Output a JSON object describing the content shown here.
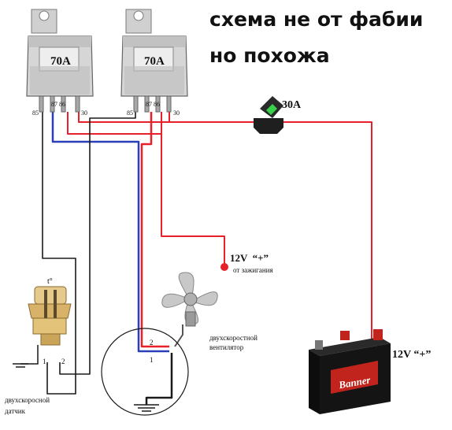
{
  "title": {
    "line1": "схема не от фабии",
    "line2": "но похожа"
  },
  "relays": [
    {
      "rating": "70A",
      "pins": {
        "p85": "85",
        "p87": "87",
        "p86": "86",
        "p30": "30"
      }
    },
    {
      "rating": "70A",
      "pins": {
        "p85": "85",
        "p87": "87",
        "p86": "86",
        "p30": "30"
      }
    }
  ],
  "fuse": {
    "rating": "30A"
  },
  "ignition": {
    "voltage": "12V  “+”",
    "caption": "от зажигания"
  },
  "battery": {
    "label": "12V “+”",
    "brand": "Banner"
  },
  "fan": {
    "caption_line1": "двухскоростной",
    "caption_line2": "вентилятор",
    "terminal1": "1",
    "terminal2": "2"
  },
  "sensor": {
    "temp_symbol": "t°",
    "terminal1": "1",
    "terminal2": "2",
    "caption_line1": "двухскоросной",
    "caption_line2": "датчик"
  },
  "colors": {
    "positive": "#e8202a",
    "negative": "#1a1a1a",
    "signal_blue": "#2b3fb8",
    "fuse_green": "#3ad14a",
    "battery_red": "#c0241c",
    "battery_body": "#141414"
  },
  "icons": [
    "relay-icon",
    "fuse-icon",
    "fan-icon",
    "battery-icon",
    "temperature-sensor-icon",
    "ground-icon"
  ]
}
